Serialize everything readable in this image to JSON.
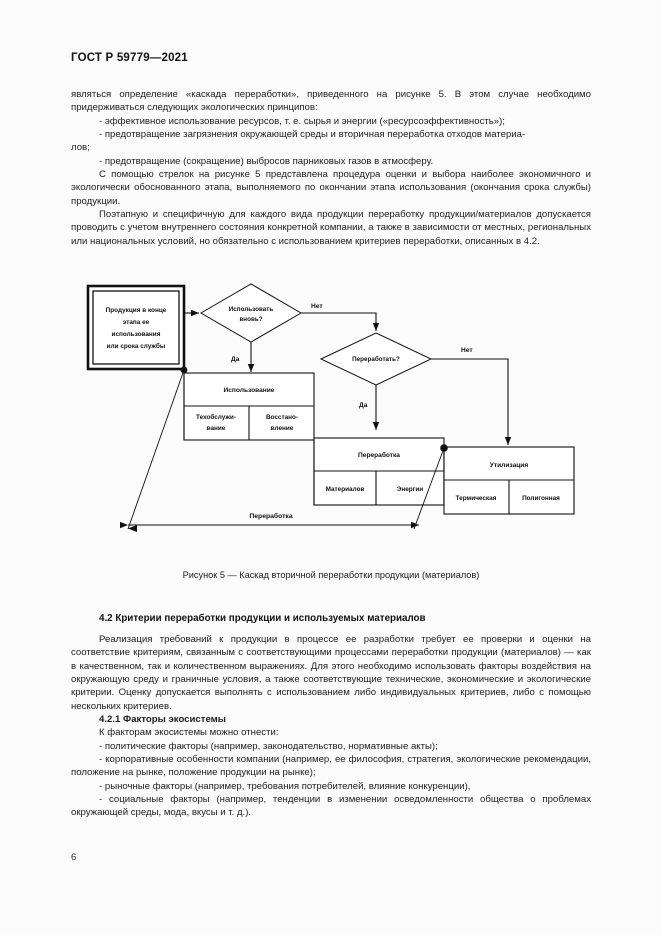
{
  "document": {
    "standard_header": "ГОСТ Р 59779—2021",
    "page_number": "6"
  },
  "body": {
    "para1": "являться определение «каскада переработки», приведенного на рисунке 5. В этом случае необходимо придерживаться следующих экологических принципов:",
    "bullet1": "-  эффективное использование ресурсов, т. е. сырья и энергии («ресурсоэффективность»);",
    "bullet2": "-  предотвращение загрязнения окружающей среды и вторичная переработка отходов материа-",
    "bullet2_cont": "лов;",
    "bullet3": "-  предотвращение (сокращение) выбросов парниковых газов в атмосферу.",
    "para2": "С помощью стрелок на рисунке 5 представлена процедура оценки и выбора наиболее экономичного и экологически обоснованного этапа, выполняемого по окончании этапа использования (окончания срока службы) продукции.",
    "para3": "Поэтапную и специфичную для каждого вида продукции переработку продукции/материалов допускается проводить с учетом внутреннего состояния конкретной компании, а также в зависимости от местных, региональных или национальных условий, но обязательно с использованием критериев переработки, описанных в 4.2."
  },
  "figure": {
    "caption": "Рисунок 5 — Каскад вторичной переработки продукции (материалов)",
    "start_box": {
      "line1": "Продукция в конце",
      "line2": "этапа ее",
      "line3": "использования",
      "line4": "или срока службы"
    },
    "decision1": {
      "line1": "Использовать",
      "line2": "вновь?"
    },
    "decision2": {
      "line1": "Переработать?"
    },
    "labels": {
      "no1": "Нет",
      "yes1": "Да",
      "no2": "Нет",
      "yes2": "Да",
      "recycle_arrow": "Переработка"
    },
    "box_use": {
      "title": "Использование",
      "sub_left_line1": "Техобслужи-",
      "sub_left_line2": "вание",
      "sub_right_line1": "Восстано-",
      "sub_right_line2": "вление"
    },
    "box_recycle": {
      "title": "Переработка",
      "sub_left": "Материалов",
      "sub_right": "Энергии"
    },
    "box_disposal": {
      "title": "Утилизация",
      "sub_left": "Термическая",
      "sub_right": "Полигонная"
    }
  },
  "section_42": {
    "heading": "4.2 Критерии переработки продукции и используемых материалов",
    "para1": "Реализация требований к продукции в процессе ее разработки требует ее проверки и оценки на соответствие критериям, связанным с соответствующими процессами переработки продукции (материалов) — как в качественном, так и количественном выражениях. Для этого необходимо использовать факторы воздействия на окружающую среду и граничные условия, а также соответствующие технические, экономические и экологические критерии. Оценку допускается выполнять с использованием либо индивидуальных критериев, либо с помощью нескольких критериев.",
    "sub_heading": "4.2.1 Факторы экосистемы",
    "lead_in": "К факторам экосистемы можно отнести:",
    "bullet1": "-  политические факторы (например, законодательство, нормативные акты);",
    "bullet2": "-  корпоративные особенности компании (например, ее философия, стратегия, экологические рекомендации, положение на рынке, положение продукции на рынке);",
    "bullet3": "-  рыночные факторы (например, требования потребителей, влияние конкуренции),",
    "bullet4": "-  социальные факторы (например, тенденции в изменении осведомленности общества о проблемах окружающей среды, мода, вкусы и т. д.)."
  },
  "colors": {
    "ink": "#1d1d1d",
    "page_bg": "#fbfbfb",
    "line": "#111111"
  }
}
